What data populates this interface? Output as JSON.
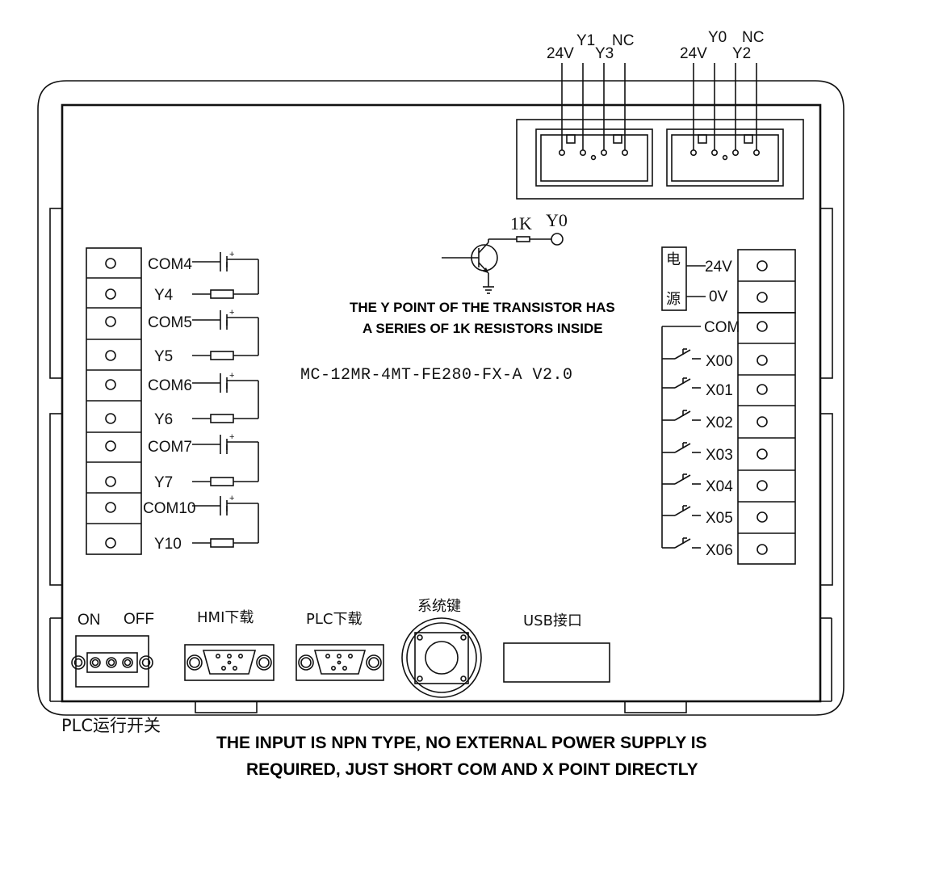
{
  "model_label": "MC-12MR-4MT-FE280-FX-A V2.0",
  "top_connector_left": {
    "pin1": "24V",
    "pin2": "Y1",
    "pin3": "Y3",
    "pin4": "NC"
  },
  "top_connector_right": {
    "pin1": "24V",
    "pin2": "Y0",
    "pin3": "Y2",
    "pin4": "NC"
  },
  "transistor": {
    "resistor": "1K",
    "output": "Y0"
  },
  "transistor_note": {
    "line1": "THE Y POINT OF THE TRANSISTOR HAS",
    "line2": "A SERIES OF 1K RESISTORS INSIDE"
  },
  "left_terminals": [
    "COM4",
    "Y4",
    "COM5",
    "Y5",
    "COM6",
    "Y6",
    "COM7",
    "Y7",
    "COM10",
    "Y10"
  ],
  "power": {
    "char1": "电",
    "char2": "源",
    "v24": "24V",
    "v0": "0V"
  },
  "right_terminals": [
    "COM",
    "X00",
    "X01",
    "X02",
    "X03",
    "X04",
    "X05",
    "X06"
  ],
  "bottom": {
    "switch_on": "ON",
    "switch_off": "OFF",
    "hmi": "HMI下载",
    "plc": "PLC下载",
    "system_key": "系统键",
    "usb": "USB接口",
    "run_switch": "PLC运行开关"
  },
  "input_note": {
    "line1": "THE INPUT IS NPN TYPE, NO EXTERNAL POWER SUPPLY IS",
    "line2": "REQUIRED, JUST SHORT COM AND X POINT DIRECTLY"
  }
}
